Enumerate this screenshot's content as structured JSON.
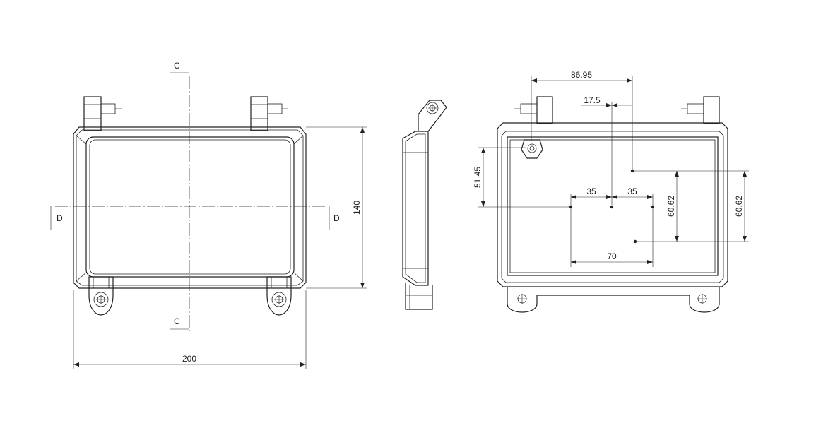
{
  "front_view": {
    "section_c": "C",
    "section_d": "D",
    "width": "200",
    "height": "140"
  },
  "rear_view": {
    "dim_offset_x": "86.95",
    "dim_offset_x2": "17.5",
    "dim_offset_y": "51.45",
    "dim_left_spacing": "35",
    "dim_right_spacing": "35",
    "dim_hole_pitch": "70",
    "dim_vert_left": "60.62",
    "dim_vert_right": "60.62"
  },
  "colors": {
    "line": "#222222",
    "background": "#ffffff"
  }
}
